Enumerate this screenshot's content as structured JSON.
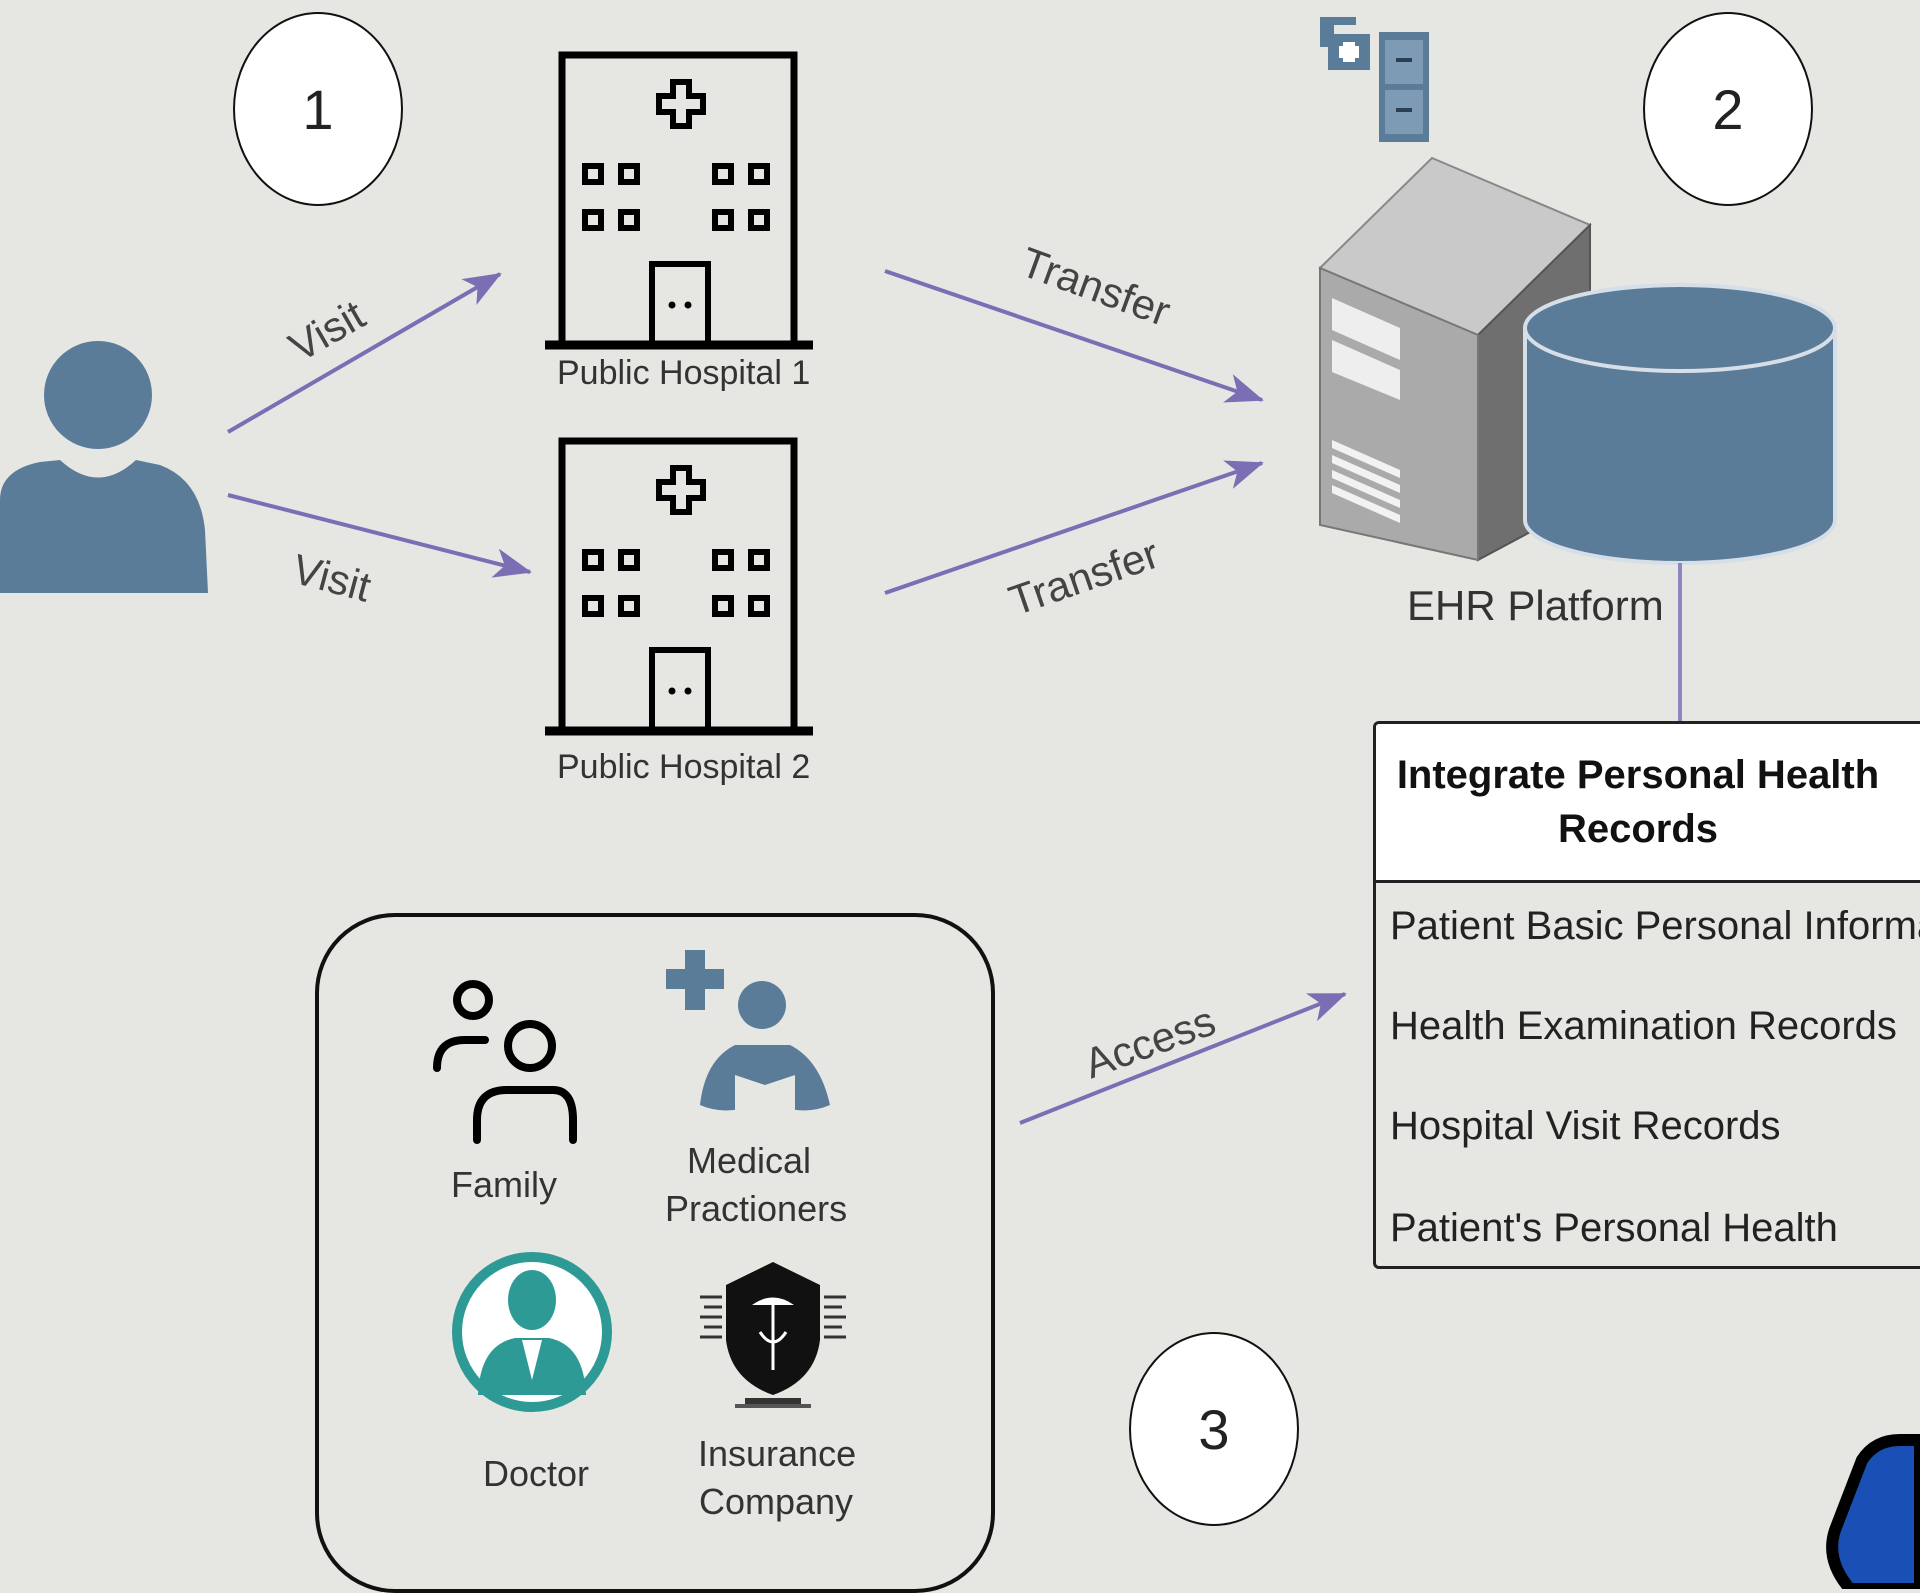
{
  "steps": [
    "1",
    "2",
    "3"
  ],
  "hospitals": [
    {
      "label": "Public Hospital 1"
    },
    {
      "label": "Public Hospital 2"
    }
  ],
  "edges": {
    "visit_1": "Visit",
    "visit_2": "Visit",
    "transfer_1": "Transfer",
    "transfer_2": "Transfer",
    "access": "Access"
  },
  "platform": {
    "label": "EHR Platform"
  },
  "records_table": {
    "title": "Integrate Personal Health Records",
    "rows": [
      "Patient Basic Personal Information",
      "Health Examination Records",
      "Hospital Visit Records",
      "Patient's Personal Health"
    ]
  },
  "stakeholders": [
    {
      "label": "Family"
    },
    {
      "label": "Medical Practioners"
    },
    {
      "label": "Doctor"
    },
    {
      "label": "Insurance Company"
    }
  ],
  "colors": {
    "background": "#e6e7e3",
    "arrow": "#7b6eb4",
    "icon_blue": "#5b7c99",
    "doctor_teal": "#2e9a96",
    "connector": "#8c86c4"
  }
}
